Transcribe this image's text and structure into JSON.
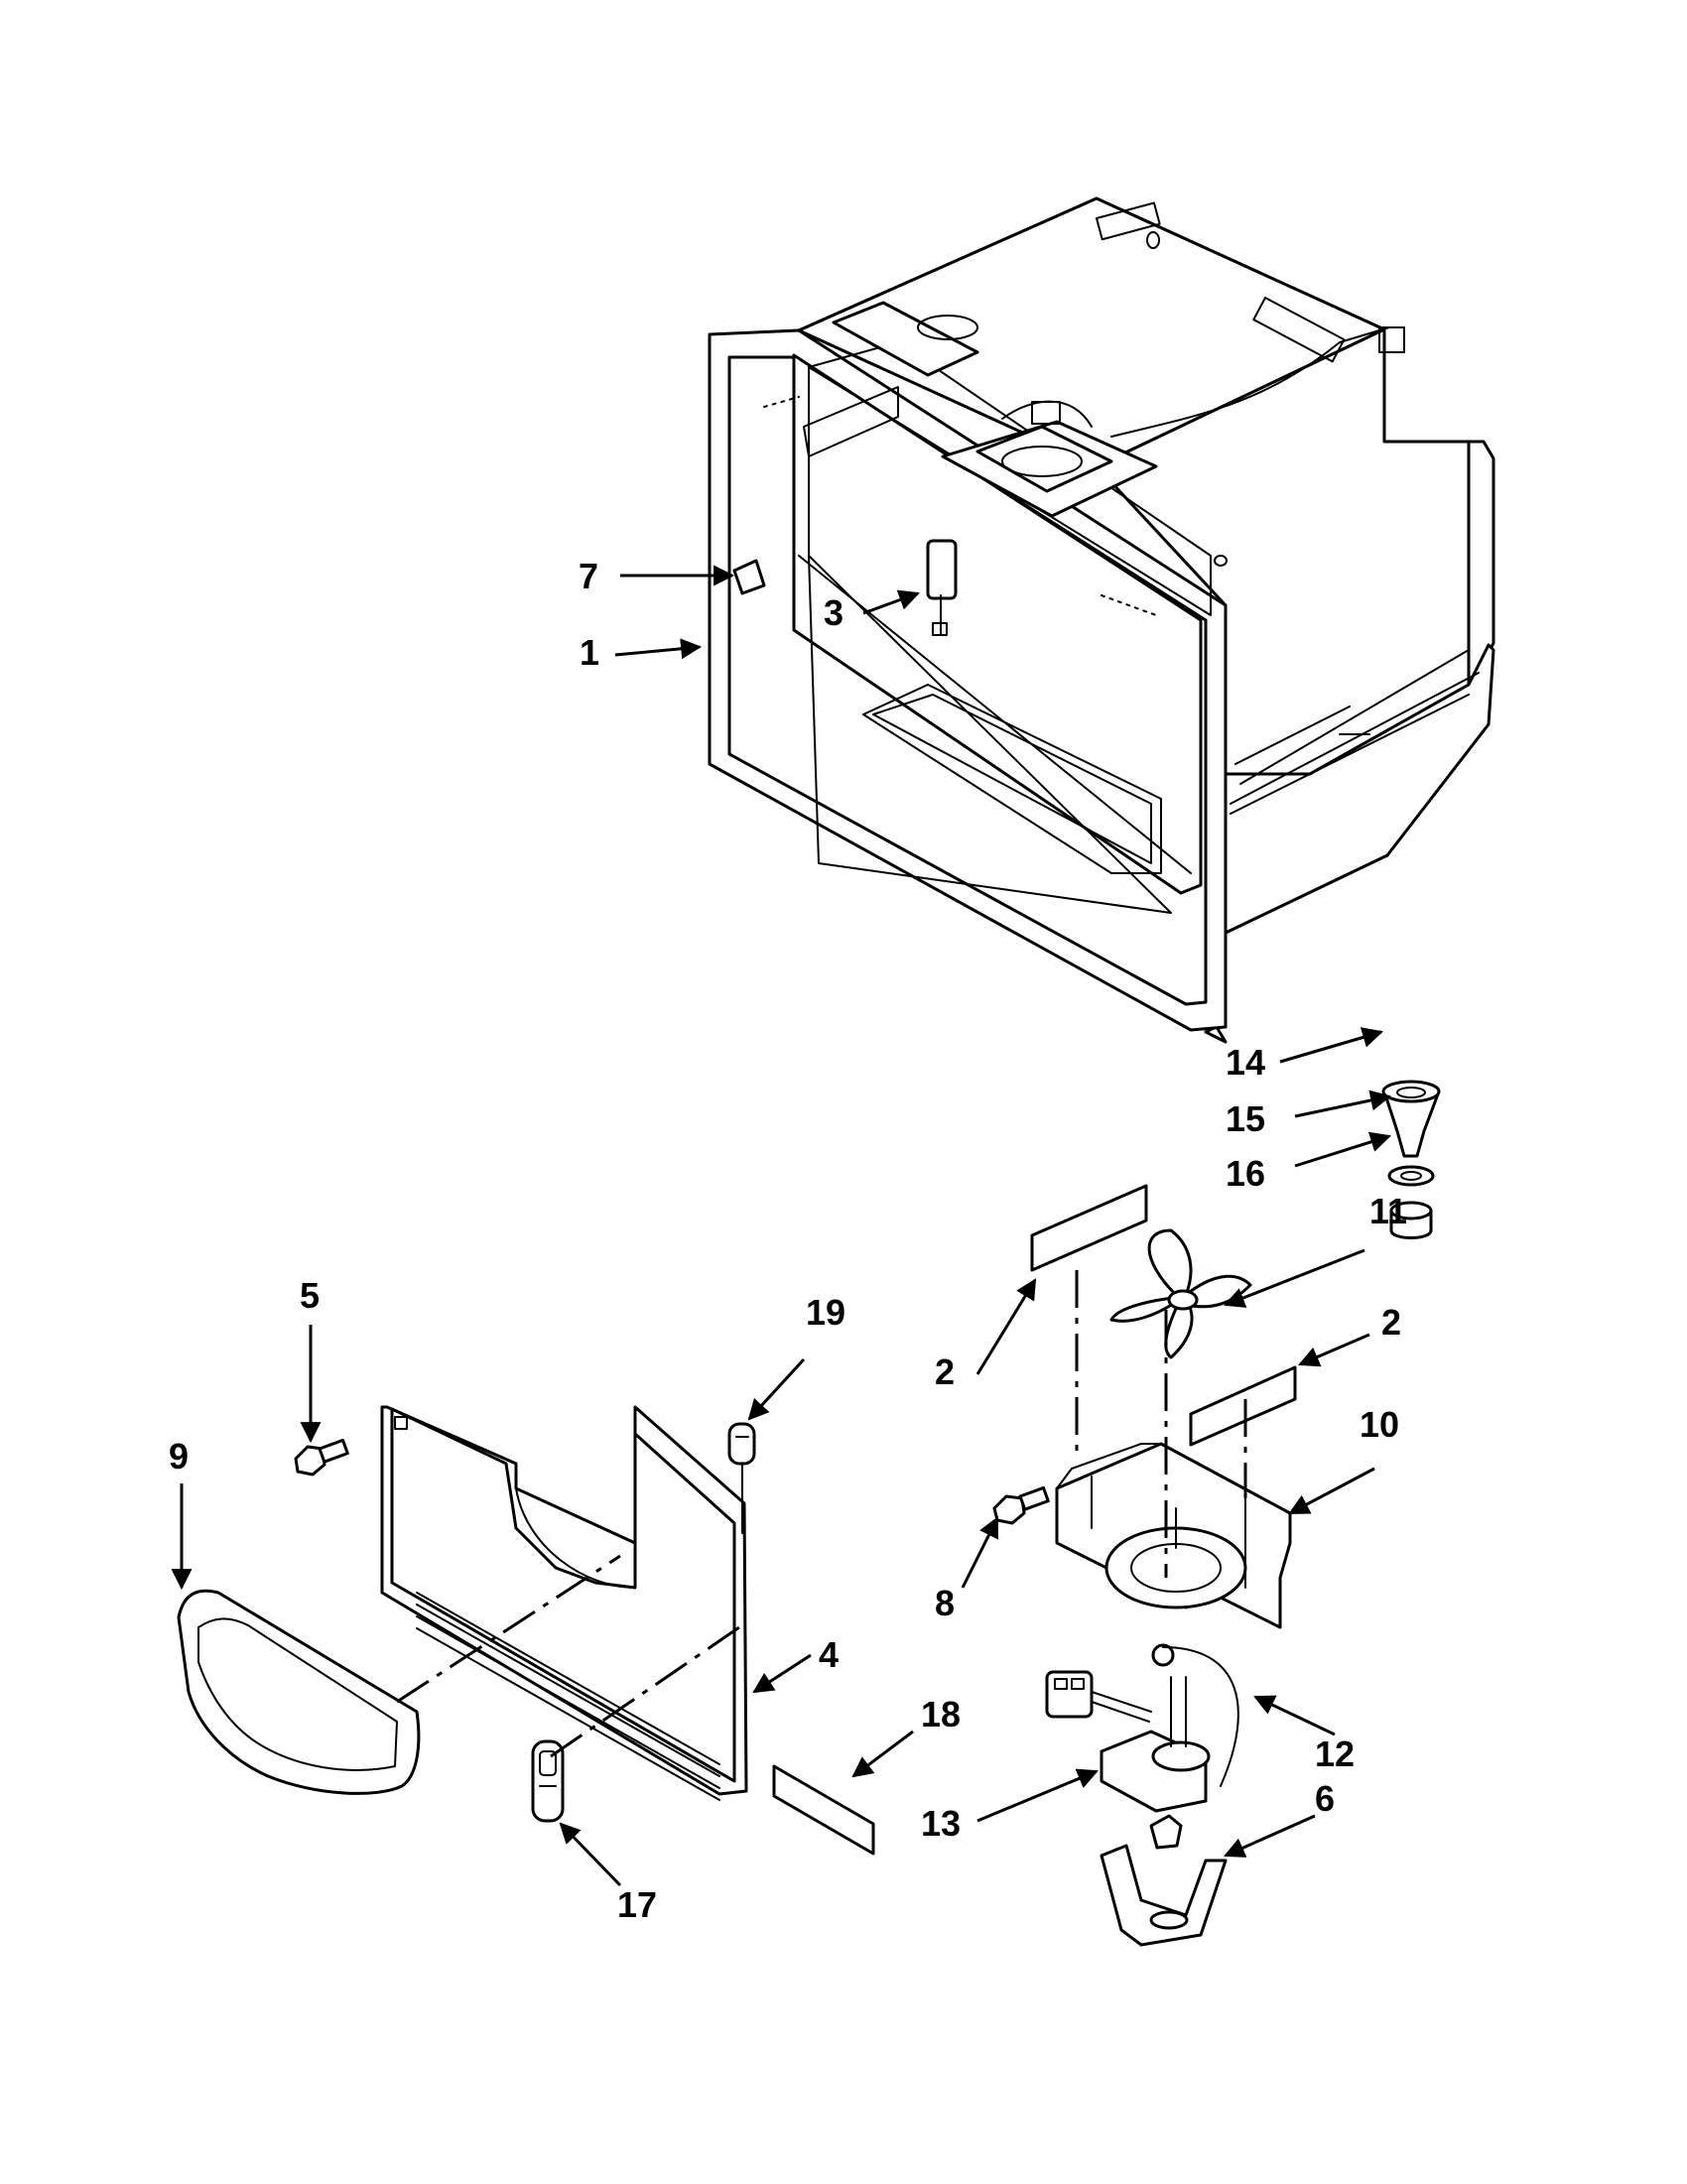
{
  "diagram": {
    "callouts": [
      "1",
      "2",
      "2",
      "3",
      "4",
      "5",
      "6",
      "7",
      "8",
      "9",
      "10",
      "11",
      "12",
      "13",
      "14",
      "15",
      "16",
      "17",
      "18",
      "19"
    ]
  }
}
